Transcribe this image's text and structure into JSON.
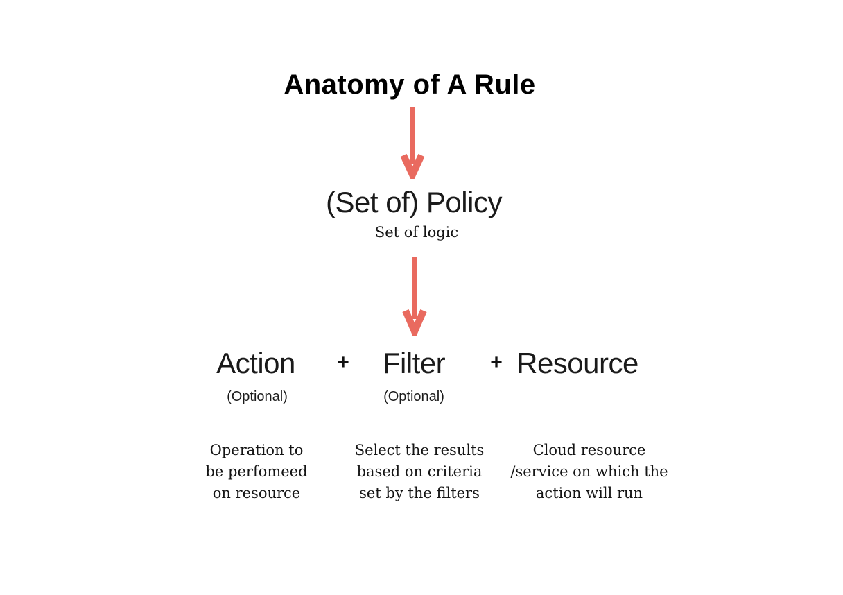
{
  "colors": {
    "background": "#ffffff",
    "text": "#111111",
    "arrow": "#e96a5f"
  },
  "title": "Anatomy of A Rule",
  "policy": {
    "label": "(Set of) Policy",
    "sublabel": "Set of logic"
  },
  "plus_sign": "+",
  "components": [
    {
      "label": "Action",
      "optional": "(Optional)",
      "description": "Operation to\nbe perfomeed\non resource"
    },
    {
      "label": "Filter",
      "optional": "(Optional)",
      "description": "Select the results\nbased on criteria\nset by the filters"
    },
    {
      "label": "Resource",
      "description": "Cloud resource\n/service on which the\naction will run"
    }
  ],
  "icons": {
    "down_arrow": "↓"
  }
}
